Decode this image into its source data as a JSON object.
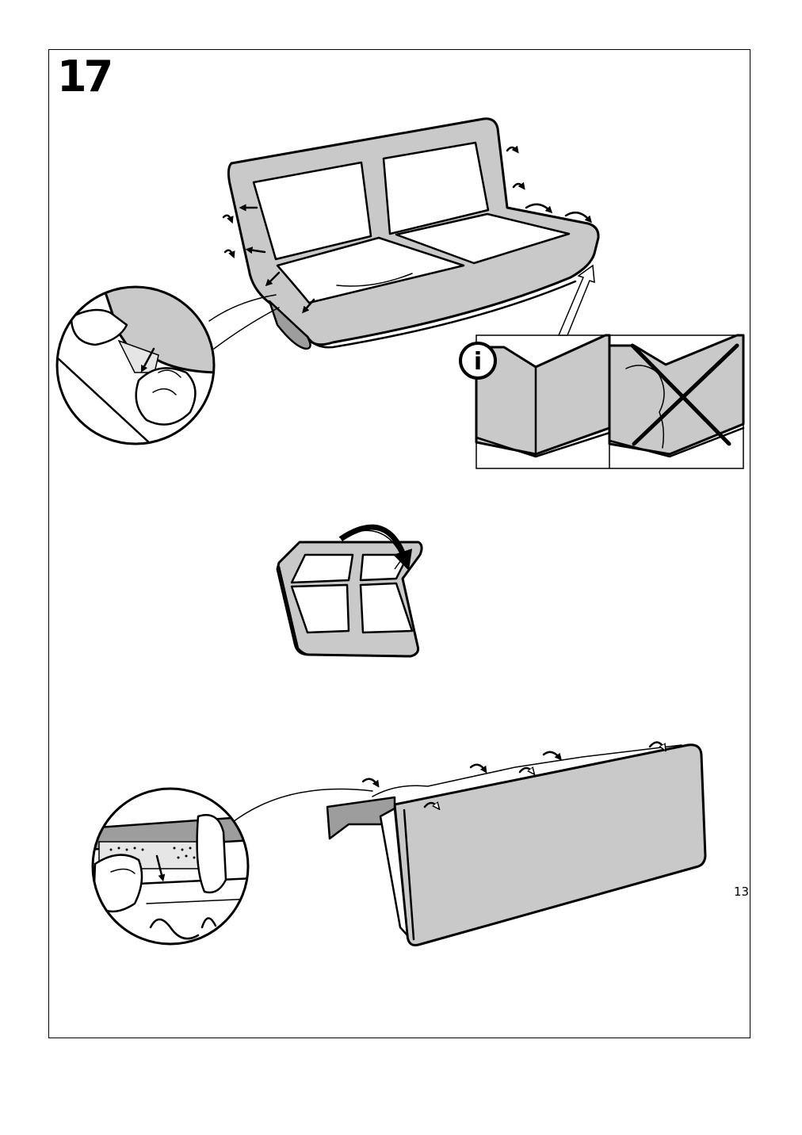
{
  "step": {
    "number": "17"
  },
  "page": {
    "number": "13"
  },
  "info_icon": {
    "glyph": "i"
  },
  "icons": [
    "info-icon",
    "cross-icon",
    "arrow-icon",
    "rotate-arrow-icon"
  ],
  "colors": {
    "fabric": "#c9c9c9",
    "fabric_dark": "#9d9d9d",
    "line": "#000000",
    "background": "#ffffff"
  }
}
